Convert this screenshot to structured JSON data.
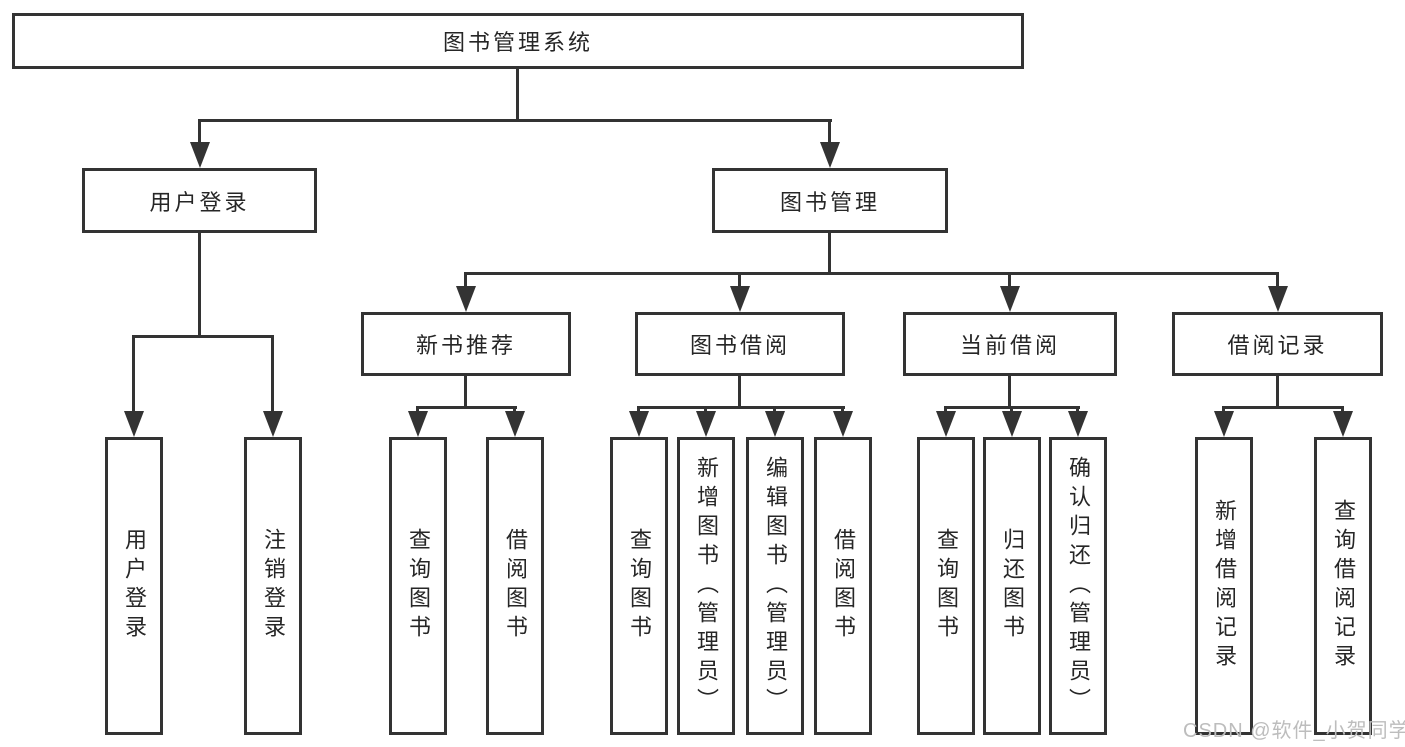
{
  "root": {
    "label": "图书管理系统"
  },
  "level2": [
    {
      "label": "用户登录"
    },
    {
      "label": "图书管理"
    }
  ],
  "level3": [
    {
      "label": "新书推荐"
    },
    {
      "label": "图书借阅"
    },
    {
      "label": "当前借阅"
    },
    {
      "label": "借阅记录"
    }
  ],
  "leaves": {
    "userLogin": [
      {
        "label": "用户登录"
      },
      {
        "label": "注销登录"
      }
    ],
    "newBooks": [
      {
        "label": "查询图书"
      },
      {
        "label": "借阅图书"
      }
    ],
    "bookBorrow": [
      {
        "label": "查询图书"
      },
      {
        "label": "新增图书（管理员）"
      },
      {
        "label": "编辑图书（管理员）"
      },
      {
        "label": "借阅图书"
      }
    ],
    "currentBorrow": [
      {
        "label": "查询图书"
      },
      {
        "label": "归还图书"
      },
      {
        "label": "确认归还（管理员）"
      }
    ],
    "borrowRecords": [
      {
        "label": "新增借阅记录"
      },
      {
        "label": "查询借阅记录"
      }
    ]
  },
  "watermark": {
    "text": "CSDN @软件_小贺同学"
  },
  "colors": {
    "line": "#333333",
    "text": "#262626",
    "background": "#ffffff",
    "watermark": "#bdbdbd"
  }
}
